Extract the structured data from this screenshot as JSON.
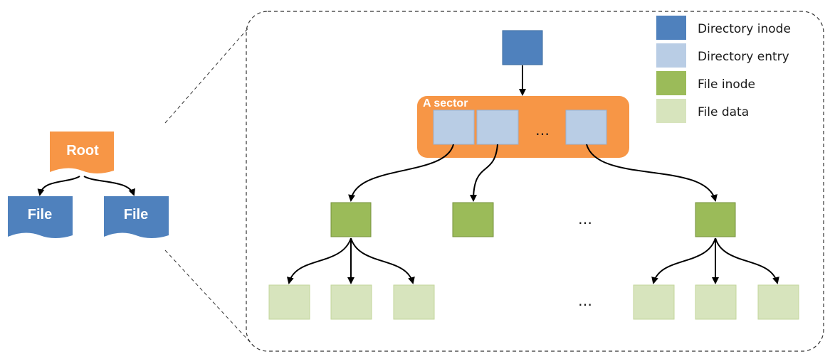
{
  "left_tree": {
    "root_label": "Root",
    "file_labels": [
      "File",
      "File"
    ]
  },
  "detail": {
    "sector_label": "A sector",
    "entries_ellipsis": "…",
    "inodes_ellipsis": "…",
    "data_ellipsis": "…"
  },
  "legend": [
    {
      "label": "Directory inode",
      "color": "#4F81BD"
    },
    {
      "label": "Directory entry",
      "color": "#B9CDE5"
    },
    {
      "label": "File inode",
      "color": "#9BBB59"
    },
    {
      "label": "File data",
      "color": "#D7E4BD"
    }
  ],
  "colors": {
    "directory_inode": "#4F81BD",
    "directory_entry": "#B9CDE5",
    "file_inode": "#9BBB59",
    "file_data": "#D7E4BD",
    "sector": "#F79646",
    "root_doc": "#F79646",
    "file_doc": "#4F81BD"
  }
}
